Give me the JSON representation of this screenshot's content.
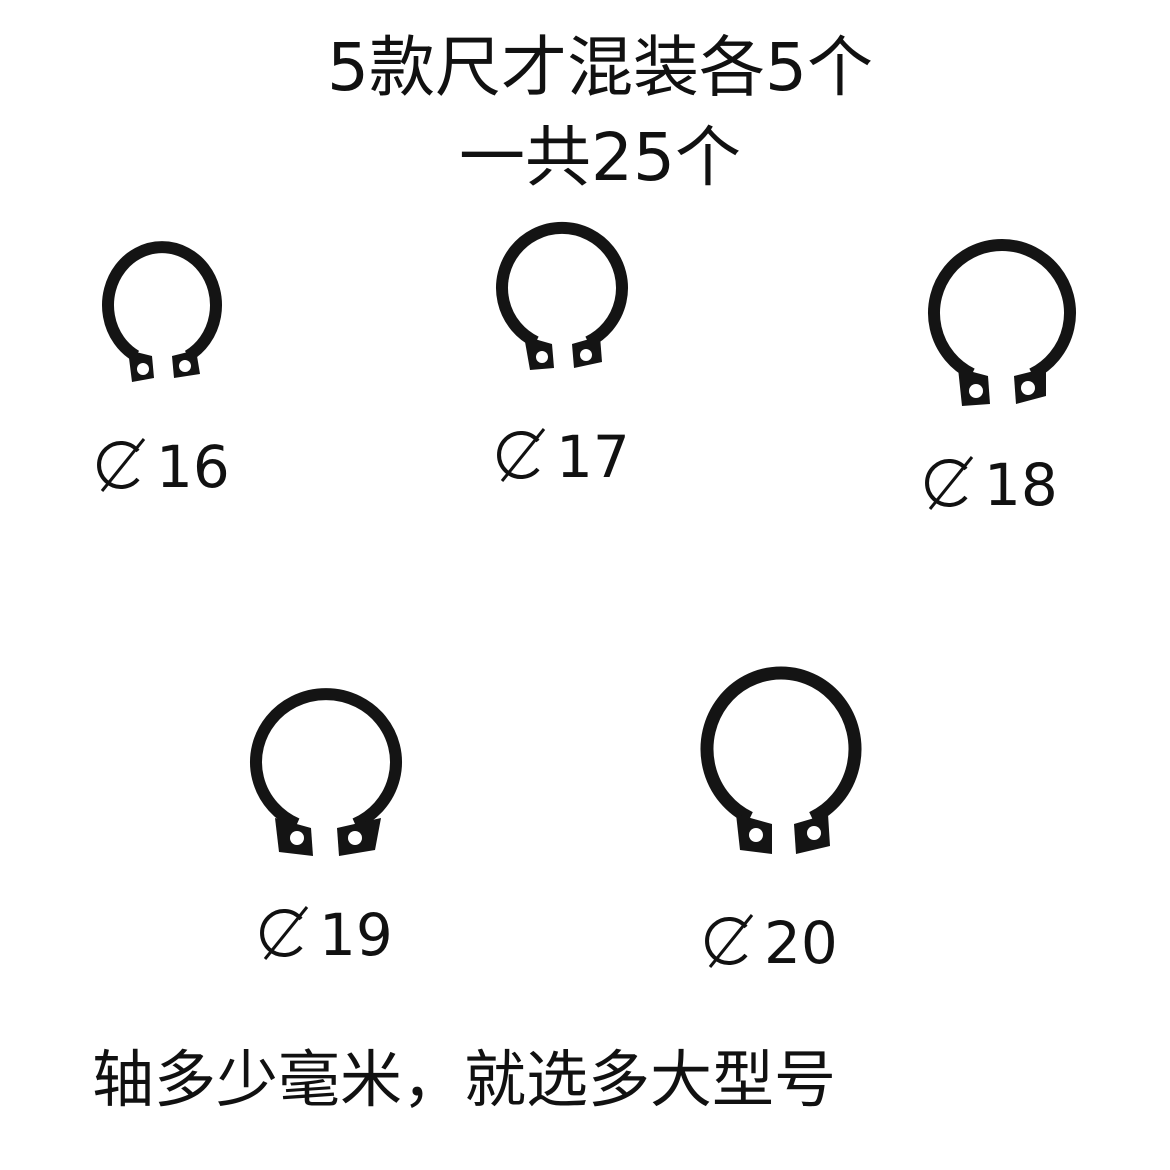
{
  "title": {
    "line1": "5款尺才混装各5个",
    "line2": "一共25个"
  },
  "rings": [
    {
      "diameter": "16"
    },
    {
      "diameter": "17"
    },
    {
      "diameter": "18"
    },
    {
      "diameter": "19"
    },
    {
      "diameter": "20"
    }
  ],
  "footer": {
    "text": "轴多少毫米，就选多大型号"
  },
  "colors": {
    "ring": "#141414",
    "text": "#111111",
    "background": "#ffffff"
  },
  "icons": {
    "diameter_symbol": "diameter-icon",
    "ring_image": "circlip-icon"
  }
}
